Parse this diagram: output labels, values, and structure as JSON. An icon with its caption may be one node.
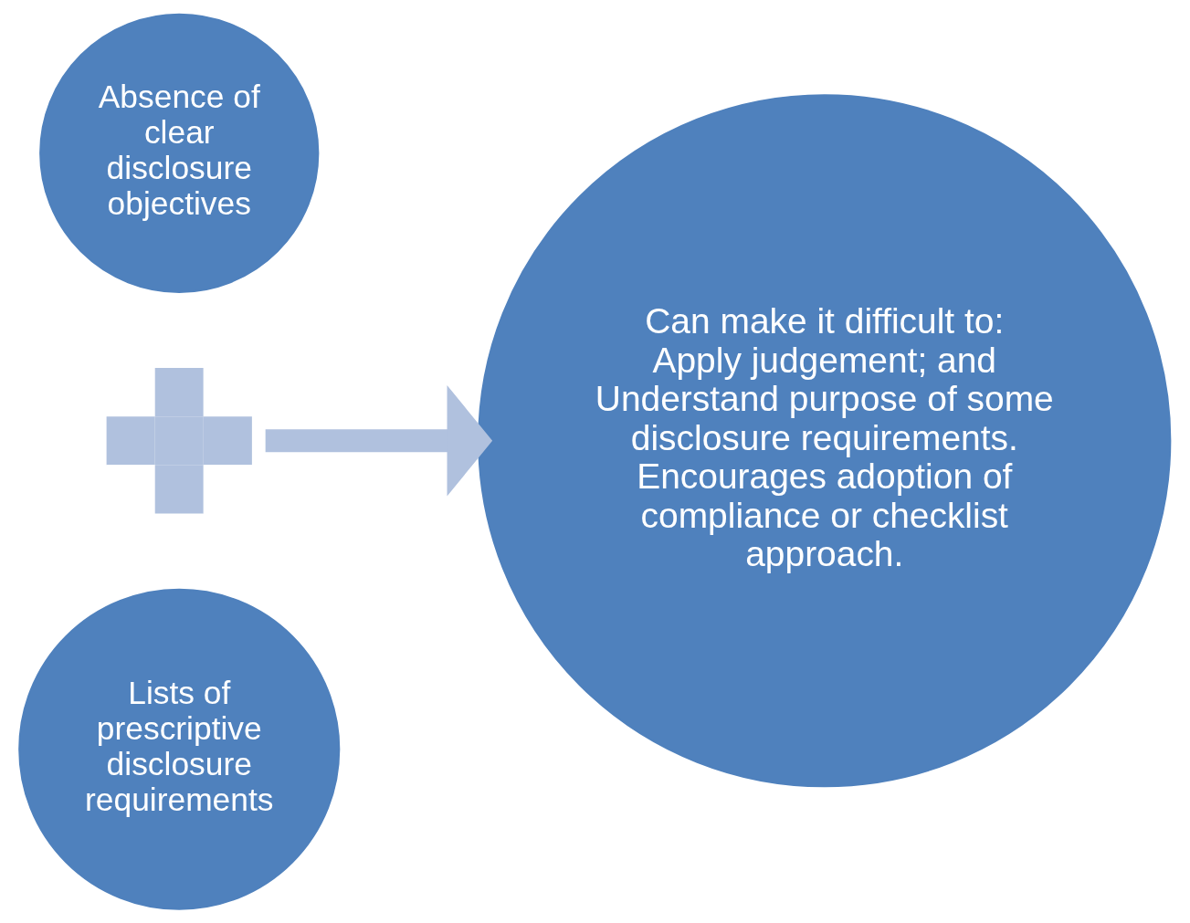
{
  "diagram": {
    "nodes": [
      {
        "text": [
          "Absence of clear disclosure objectives"
        ]
      },
      {
        "text": [],
        "shape": "plus"
      },
      {
        "text": [
          "Lists of prescriptive disclosure requirements"
        ]
      },
      {
        "text": [
          "Can make it difficult to:",
          "Apply judgement; and",
          "Understand purpose of some disclosure requirements.",
          "Encourages adoption of compliance or checklist approach."
        ]
      }
    ],
    "edges": [
      {
        "from": 1,
        "to": 3,
        "arrow": "to"
      }
    ]
  }
}
